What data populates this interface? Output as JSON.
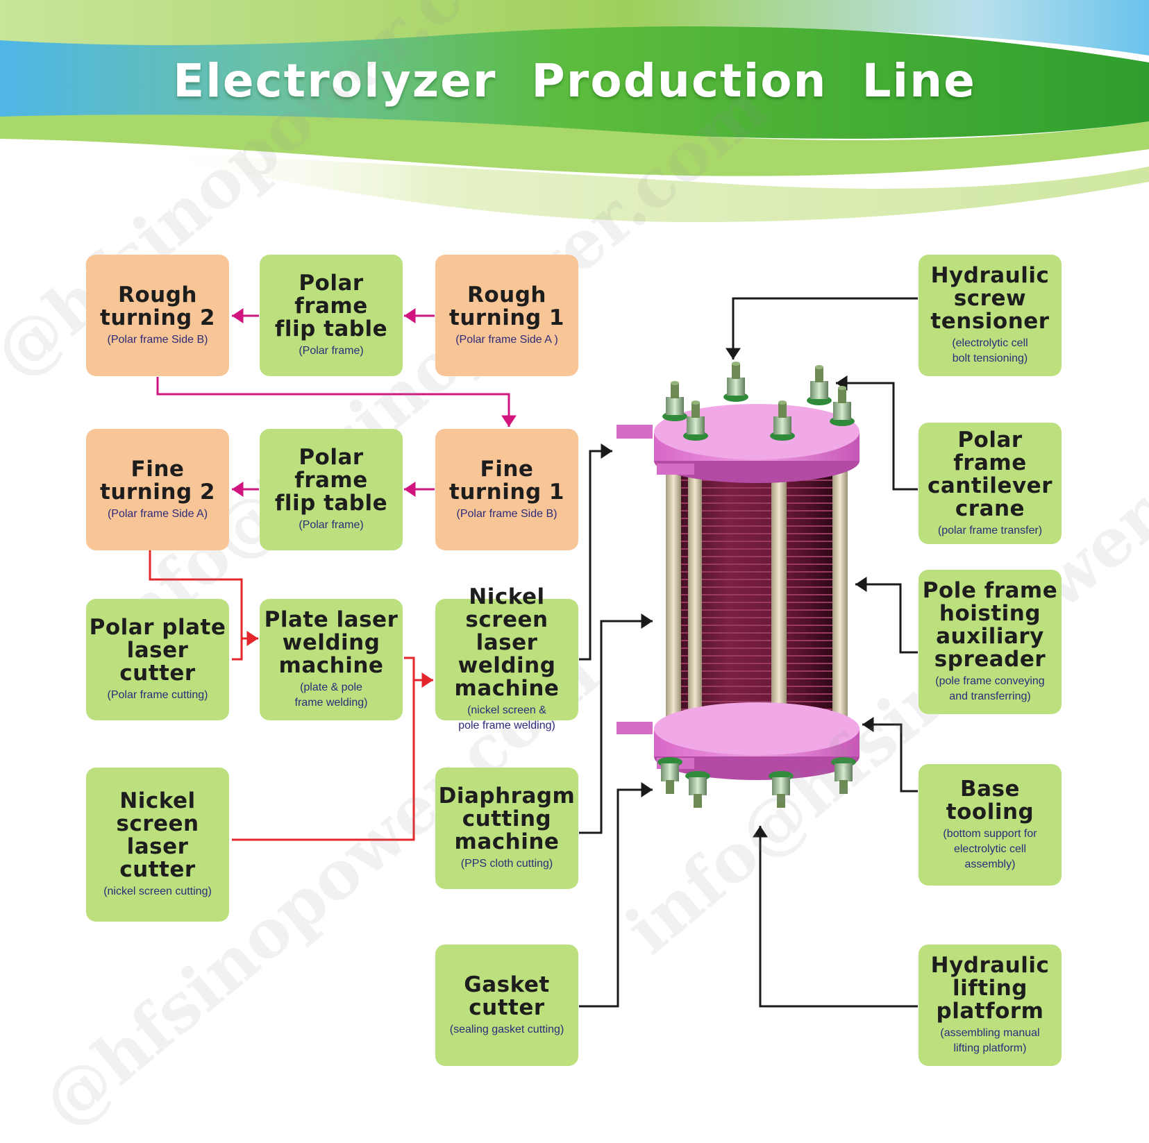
{
  "title": "Electrolyzer  Production  Line",
  "colors": {
    "process_box": "#bde07e",
    "turning_box": "#f8c596",
    "flow_arrow_magenta": "#d0157f",
    "flow_arrow_red": "#e3262b",
    "equipment_arrow": "#1a1a1a",
    "cell_end_plate": "#e37fd3",
    "cell_stack": "#6a1838"
  },
  "nodes": {
    "rough_turning_2": {
      "title": "Rough\nturning 2",
      "sub": "(Polar frame Side B)"
    },
    "flip_table_1": {
      "title": "Polar frame\nflip table",
      "sub": "(Polar frame)"
    },
    "rough_turning_1": {
      "title": "Rough\nturning 1",
      "sub": "(Polar frame Side A )"
    },
    "fine_turning_2": {
      "title": "Fine\nturning 2",
      "sub": "(Polar frame Side A)"
    },
    "flip_table_2": {
      "title": "Polar frame\nflip table",
      "sub": "(Polar frame)"
    },
    "fine_turning_1": {
      "title": "Fine\nturning 1",
      "sub": "(Polar frame Side B)"
    },
    "polar_plate_cutter": {
      "title": "Polar plate\nlaser\ncutter",
      "sub": "(Polar frame cutting)"
    },
    "plate_welding": {
      "title": "Plate laser\nwelding\nmachine",
      "sub": "(plate & pole\nframe welding)"
    },
    "nickel_welding": {
      "title": "Nickel screen\nlaser welding\nmachine",
      "sub": "(nickel screen &\npole frame welding)"
    },
    "nickel_cutter": {
      "title": "Nickel\nscreen\nlaser\ncutter",
      "sub": "(nickel screen cutting)"
    },
    "diaphragm_cutting": {
      "title": "Diaphragm\ncutting\nmachine",
      "sub": "(PPS cloth cutting)"
    },
    "gasket_cutter": {
      "title": "Gasket\ncutter",
      "sub": "(sealing gasket cutting)"
    },
    "screw_tensioner": {
      "title": "Hydraulic\nscrew\ntensioner",
      "sub": "(electrolytic cell\nbolt tensioning)"
    },
    "cantilever_crane": {
      "title": "Polar frame\ncantilever\ncrane",
      "sub": "(polar frame transfer)"
    },
    "hoisting_spreader": {
      "title": "Pole frame\nhoisting\nauxiliary\nspreader",
      "sub": "(pole frame conveying\nand transferring)"
    },
    "base_tooling": {
      "title": "Base\ntooling",
      "sub": "(bottom support for\nelectrolytic cell\nassembly)"
    },
    "lifting_platform": {
      "title": "Hydraulic\nlifting\nplatform",
      "sub": "(assembling manual\nlifting platform)"
    }
  },
  "watermarks": [
    "@hfsinopower.com",
    "info@hfsinopower.com",
    "info@hfsinopower.com",
    "@hfsinopower.com"
  ]
}
